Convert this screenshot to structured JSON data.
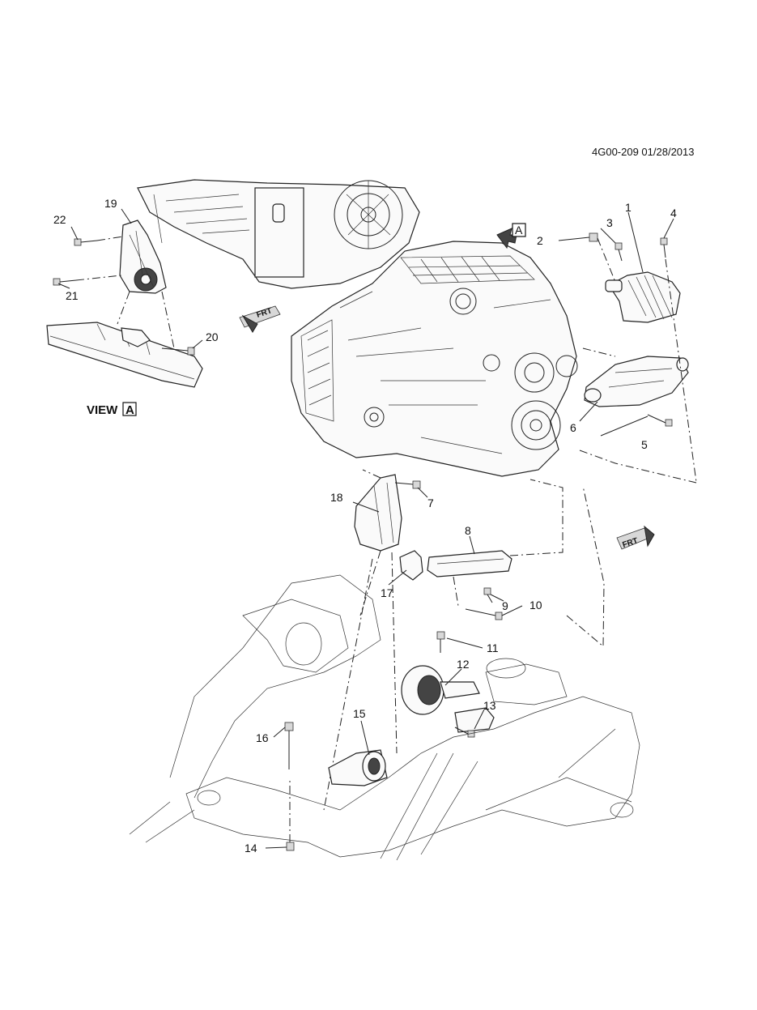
{
  "document": {
    "reference": "4G00-209 01/28/2013"
  },
  "view_label": {
    "text": "VIEW",
    "letter": "A"
  },
  "view_marker": "A",
  "direction_arrows": [
    {
      "text": "FRT"
    },
    {
      "text": "FRT"
    }
  ],
  "callouts": [
    "1",
    "2",
    "3",
    "4",
    "5",
    "6",
    "7",
    "8",
    "9",
    "10",
    "11",
    "12",
    "13",
    "14",
    "15",
    "16",
    "17",
    "18",
    "19",
    "20",
    "21",
    "22"
  ]
}
